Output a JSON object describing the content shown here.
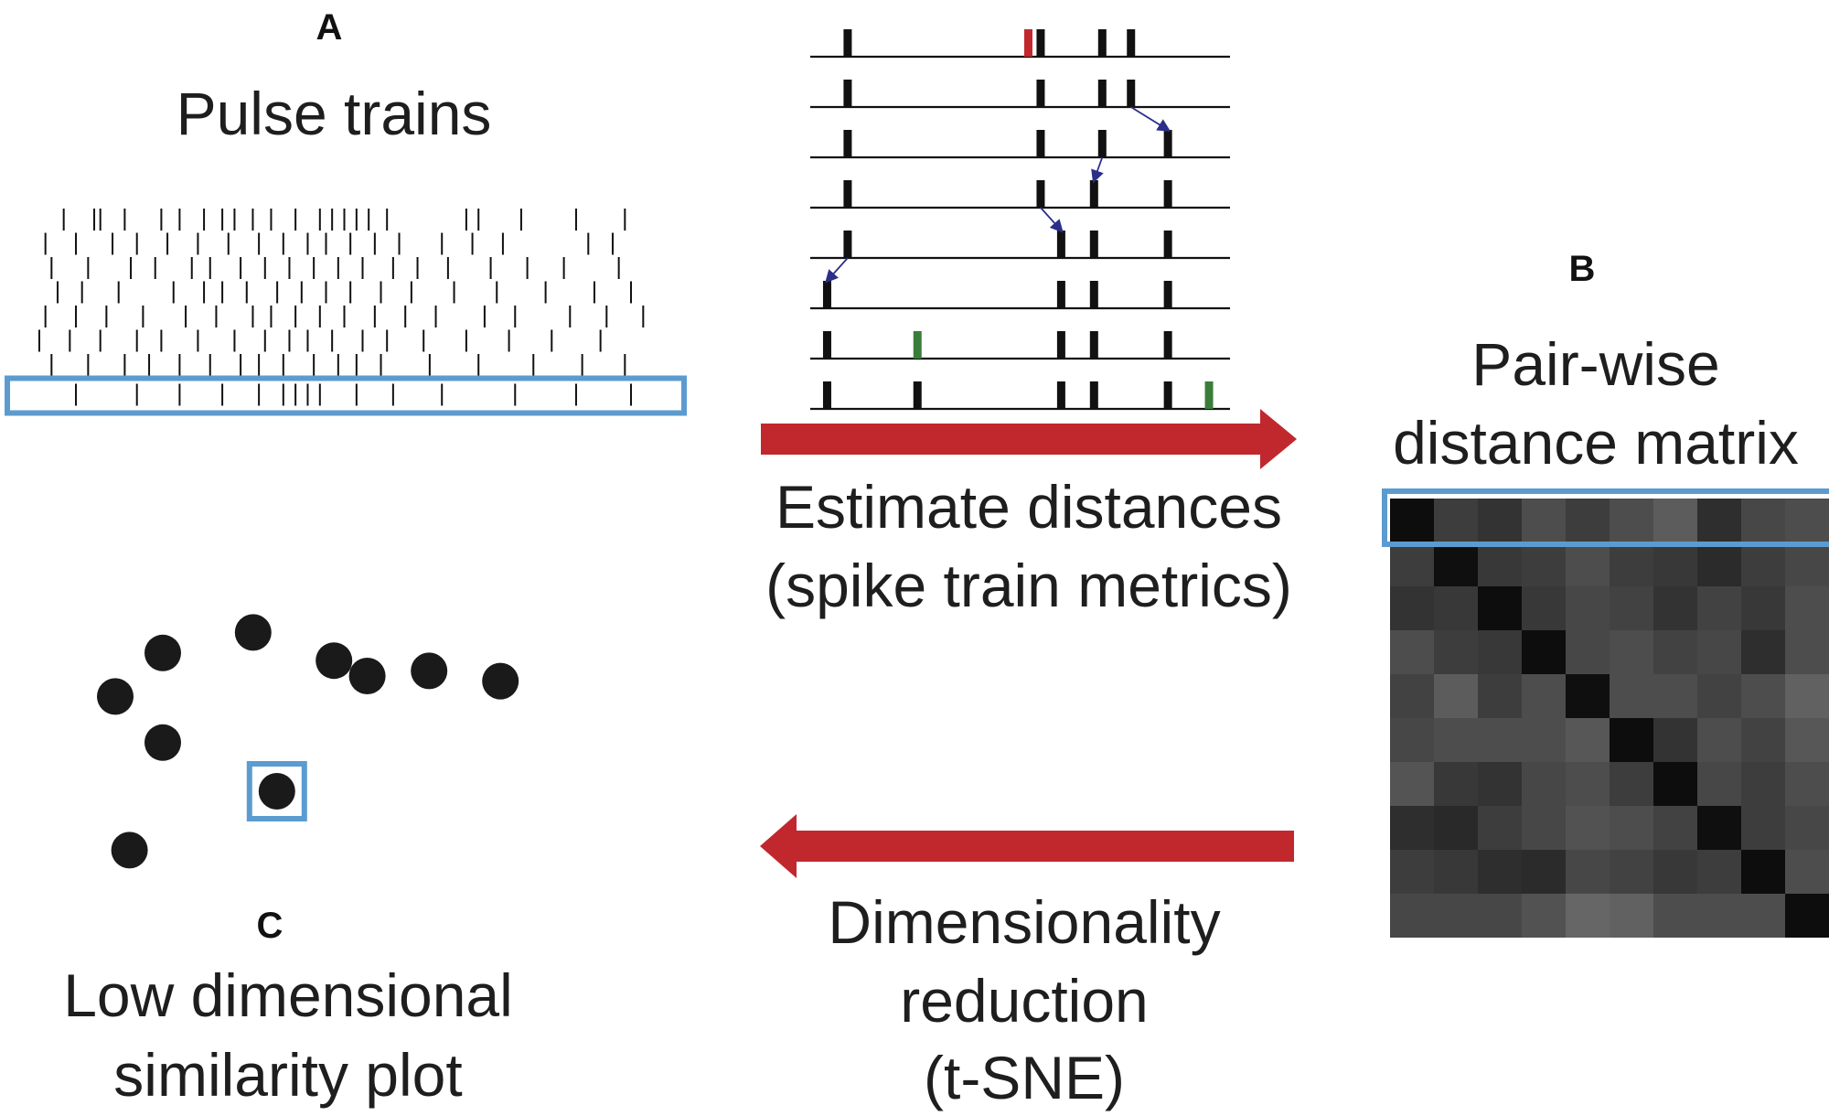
{
  "panels": {
    "a": {
      "letter": "A",
      "title": "Pulse trains"
    },
    "b": {
      "letter": "B",
      "title_line1": "Pair-wise",
      "title_line2": "distance matrix"
    },
    "c": {
      "letter": "C",
      "title_line1": "Low dimensional",
      "title_line2": "similarity plot"
    }
  },
  "steps": {
    "estimate": {
      "line1": "Estimate distances",
      "line2": "(spike train metrics)"
    },
    "reduce": {
      "line1": "Dimensionality",
      "line2": "reduction",
      "line3": "(t-SNE)"
    }
  },
  "colors": {
    "arrow": "#c0282e",
    "highlight": "#5b9bd0",
    "spike": "#111111",
    "spike_removed": "#c0282e",
    "spike_inserted": "#3a7d3a",
    "shift_arrow": "#2b2f8a",
    "point": "#1a1a1a"
  },
  "edit_example": {
    "trains": [
      {
        "spikes": [
          0.08,
          0.52,
          0.55,
          0.7,
          0.77
        ],
        "removed": [
          0.52
        ]
      },
      {
        "spikes": [
          0.08,
          0.55,
          0.7,
          0.77
        ]
      },
      {
        "spikes": [
          0.08,
          0.55,
          0.7,
          0.86
        ]
      },
      {
        "spikes": [
          0.08,
          0.55,
          0.68,
          0.86
        ]
      },
      {
        "spikes": [
          0.08,
          0.6,
          0.68,
          0.86
        ]
      },
      {
        "spikes": [
          0.03,
          0.6,
          0.68,
          0.86
        ]
      },
      {
        "spikes": [
          0.03,
          0.25,
          0.6,
          0.68,
          0.86
        ],
        "inserted": [
          0.25
        ]
      },
      {
        "spikes": [
          0.03,
          0.25,
          0.6,
          0.68,
          0.86,
          0.96
        ],
        "inserted": [
          0.96
        ]
      }
    ],
    "shifts": [
      {
        "from_row": 1,
        "from": 0.77,
        "to_row": 2,
        "to": 0.86
      },
      {
        "from_row": 2,
        "from": 0.7,
        "to_row": 3,
        "to": 0.68
      },
      {
        "from_row": 3,
        "from": 0.55,
        "to_row": 4,
        "to": 0.6
      },
      {
        "from_row": 4,
        "from": 0.08,
        "to_row": 5,
        "to": 0.03
      }
    ]
  },
  "raster": {
    "rows": [
      [
        0.04,
        0.09,
        0.1,
        0.14,
        0.2,
        0.23,
        0.27,
        0.3,
        0.32,
        0.35,
        0.38,
        0.42,
        0.46,
        0.48,
        0.5,
        0.52,
        0.54,
        0.57,
        0.7,
        0.72,
        0.79,
        0.88,
        0.96
      ],
      [
        0.01,
        0.06,
        0.12,
        0.16,
        0.21,
        0.26,
        0.31,
        0.36,
        0.4,
        0.44,
        0.47,
        0.51,
        0.55,
        0.59,
        0.66,
        0.71,
        0.76,
        0.9,
        0.94
      ],
      [
        0.02,
        0.08,
        0.15,
        0.19,
        0.25,
        0.28,
        0.33,
        0.37,
        0.41,
        0.45,
        0.49,
        0.53,
        0.58,
        0.62,
        0.67,
        0.74,
        0.8,
        0.86,
        0.95
      ],
      [
        0.03,
        0.07,
        0.13,
        0.22,
        0.27,
        0.3,
        0.34,
        0.39,
        0.43,
        0.47,
        0.51,
        0.56,
        0.61,
        0.68,
        0.75,
        0.83,
        0.91,
        0.97
      ],
      [
        0.01,
        0.06,
        0.11,
        0.17,
        0.24,
        0.29,
        0.35,
        0.38,
        0.42,
        0.46,
        0.5,
        0.55,
        0.6,
        0.65,
        0.73,
        0.78,
        0.87,
        0.93,
        0.99
      ],
      [
        0.0,
        0.05,
        0.1,
        0.16,
        0.2,
        0.26,
        0.32,
        0.37,
        0.41,
        0.44,
        0.48,
        0.53,
        0.57,
        0.63,
        0.7,
        0.77,
        0.84,
        0.92
      ],
      [
        0.02,
        0.08,
        0.14,
        0.18,
        0.23,
        0.28,
        0.33,
        0.36,
        0.4,
        0.45,
        0.49,
        0.52,
        0.56,
        0.64,
        0.72,
        0.81,
        0.89,
        0.96
      ],
      [
        0.06,
        0.16,
        0.23,
        0.3,
        0.36,
        0.4,
        0.42,
        0.44,
        0.46,
        0.52,
        0.58,
        0.66,
        0.78,
        0.88,
        0.97
      ]
    ],
    "highlighted_row": 7
  },
  "distance_matrix": {
    "size": 10,
    "highlighted_row": 0,
    "values": [
      [
        0.05,
        0.24,
        0.2,
        0.3,
        0.24,
        0.3,
        0.36,
        0.18,
        0.28,
        0.3
      ],
      [
        0.24,
        0.06,
        0.22,
        0.24,
        0.3,
        0.24,
        0.22,
        0.17,
        0.24,
        0.28
      ],
      [
        0.2,
        0.22,
        0.05,
        0.22,
        0.28,
        0.26,
        0.2,
        0.26,
        0.22,
        0.3
      ],
      [
        0.3,
        0.24,
        0.22,
        0.05,
        0.28,
        0.3,
        0.26,
        0.28,
        0.18,
        0.3
      ],
      [
        0.26,
        0.36,
        0.24,
        0.3,
        0.06,
        0.3,
        0.3,
        0.26,
        0.3,
        0.38
      ],
      [
        0.28,
        0.3,
        0.3,
        0.3,
        0.34,
        0.05,
        0.2,
        0.3,
        0.26,
        0.34
      ],
      [
        0.33,
        0.22,
        0.2,
        0.28,
        0.3,
        0.24,
        0.05,
        0.28,
        0.24,
        0.3
      ],
      [
        0.18,
        0.16,
        0.24,
        0.28,
        0.32,
        0.3,
        0.26,
        0.06,
        0.24,
        0.28
      ],
      [
        0.24,
        0.22,
        0.18,
        0.17,
        0.28,
        0.26,
        0.22,
        0.24,
        0.05,
        0.3
      ],
      [
        0.28,
        0.28,
        0.28,
        0.32,
        0.4,
        0.38,
        0.3,
        0.3,
        0.3,
        0.05
      ]
    ]
  },
  "embedding": {
    "points": [
      {
        "x": 0.34,
        "y": 0.13
      },
      {
        "x": 0.15,
        "y": 0.21
      },
      {
        "x": 0.05,
        "y": 0.38
      },
      {
        "x": 0.15,
        "y": 0.56
      },
      {
        "x": 0.08,
        "y": 0.98
      },
      {
        "x": 0.39,
        "y": 0.75,
        "highlighted": true
      },
      {
        "x": 0.51,
        "y": 0.24
      },
      {
        "x": 0.58,
        "y": 0.3
      },
      {
        "x": 0.71,
        "y": 0.28
      },
      {
        "x": 0.86,
        "y": 0.32
      }
    ]
  }
}
